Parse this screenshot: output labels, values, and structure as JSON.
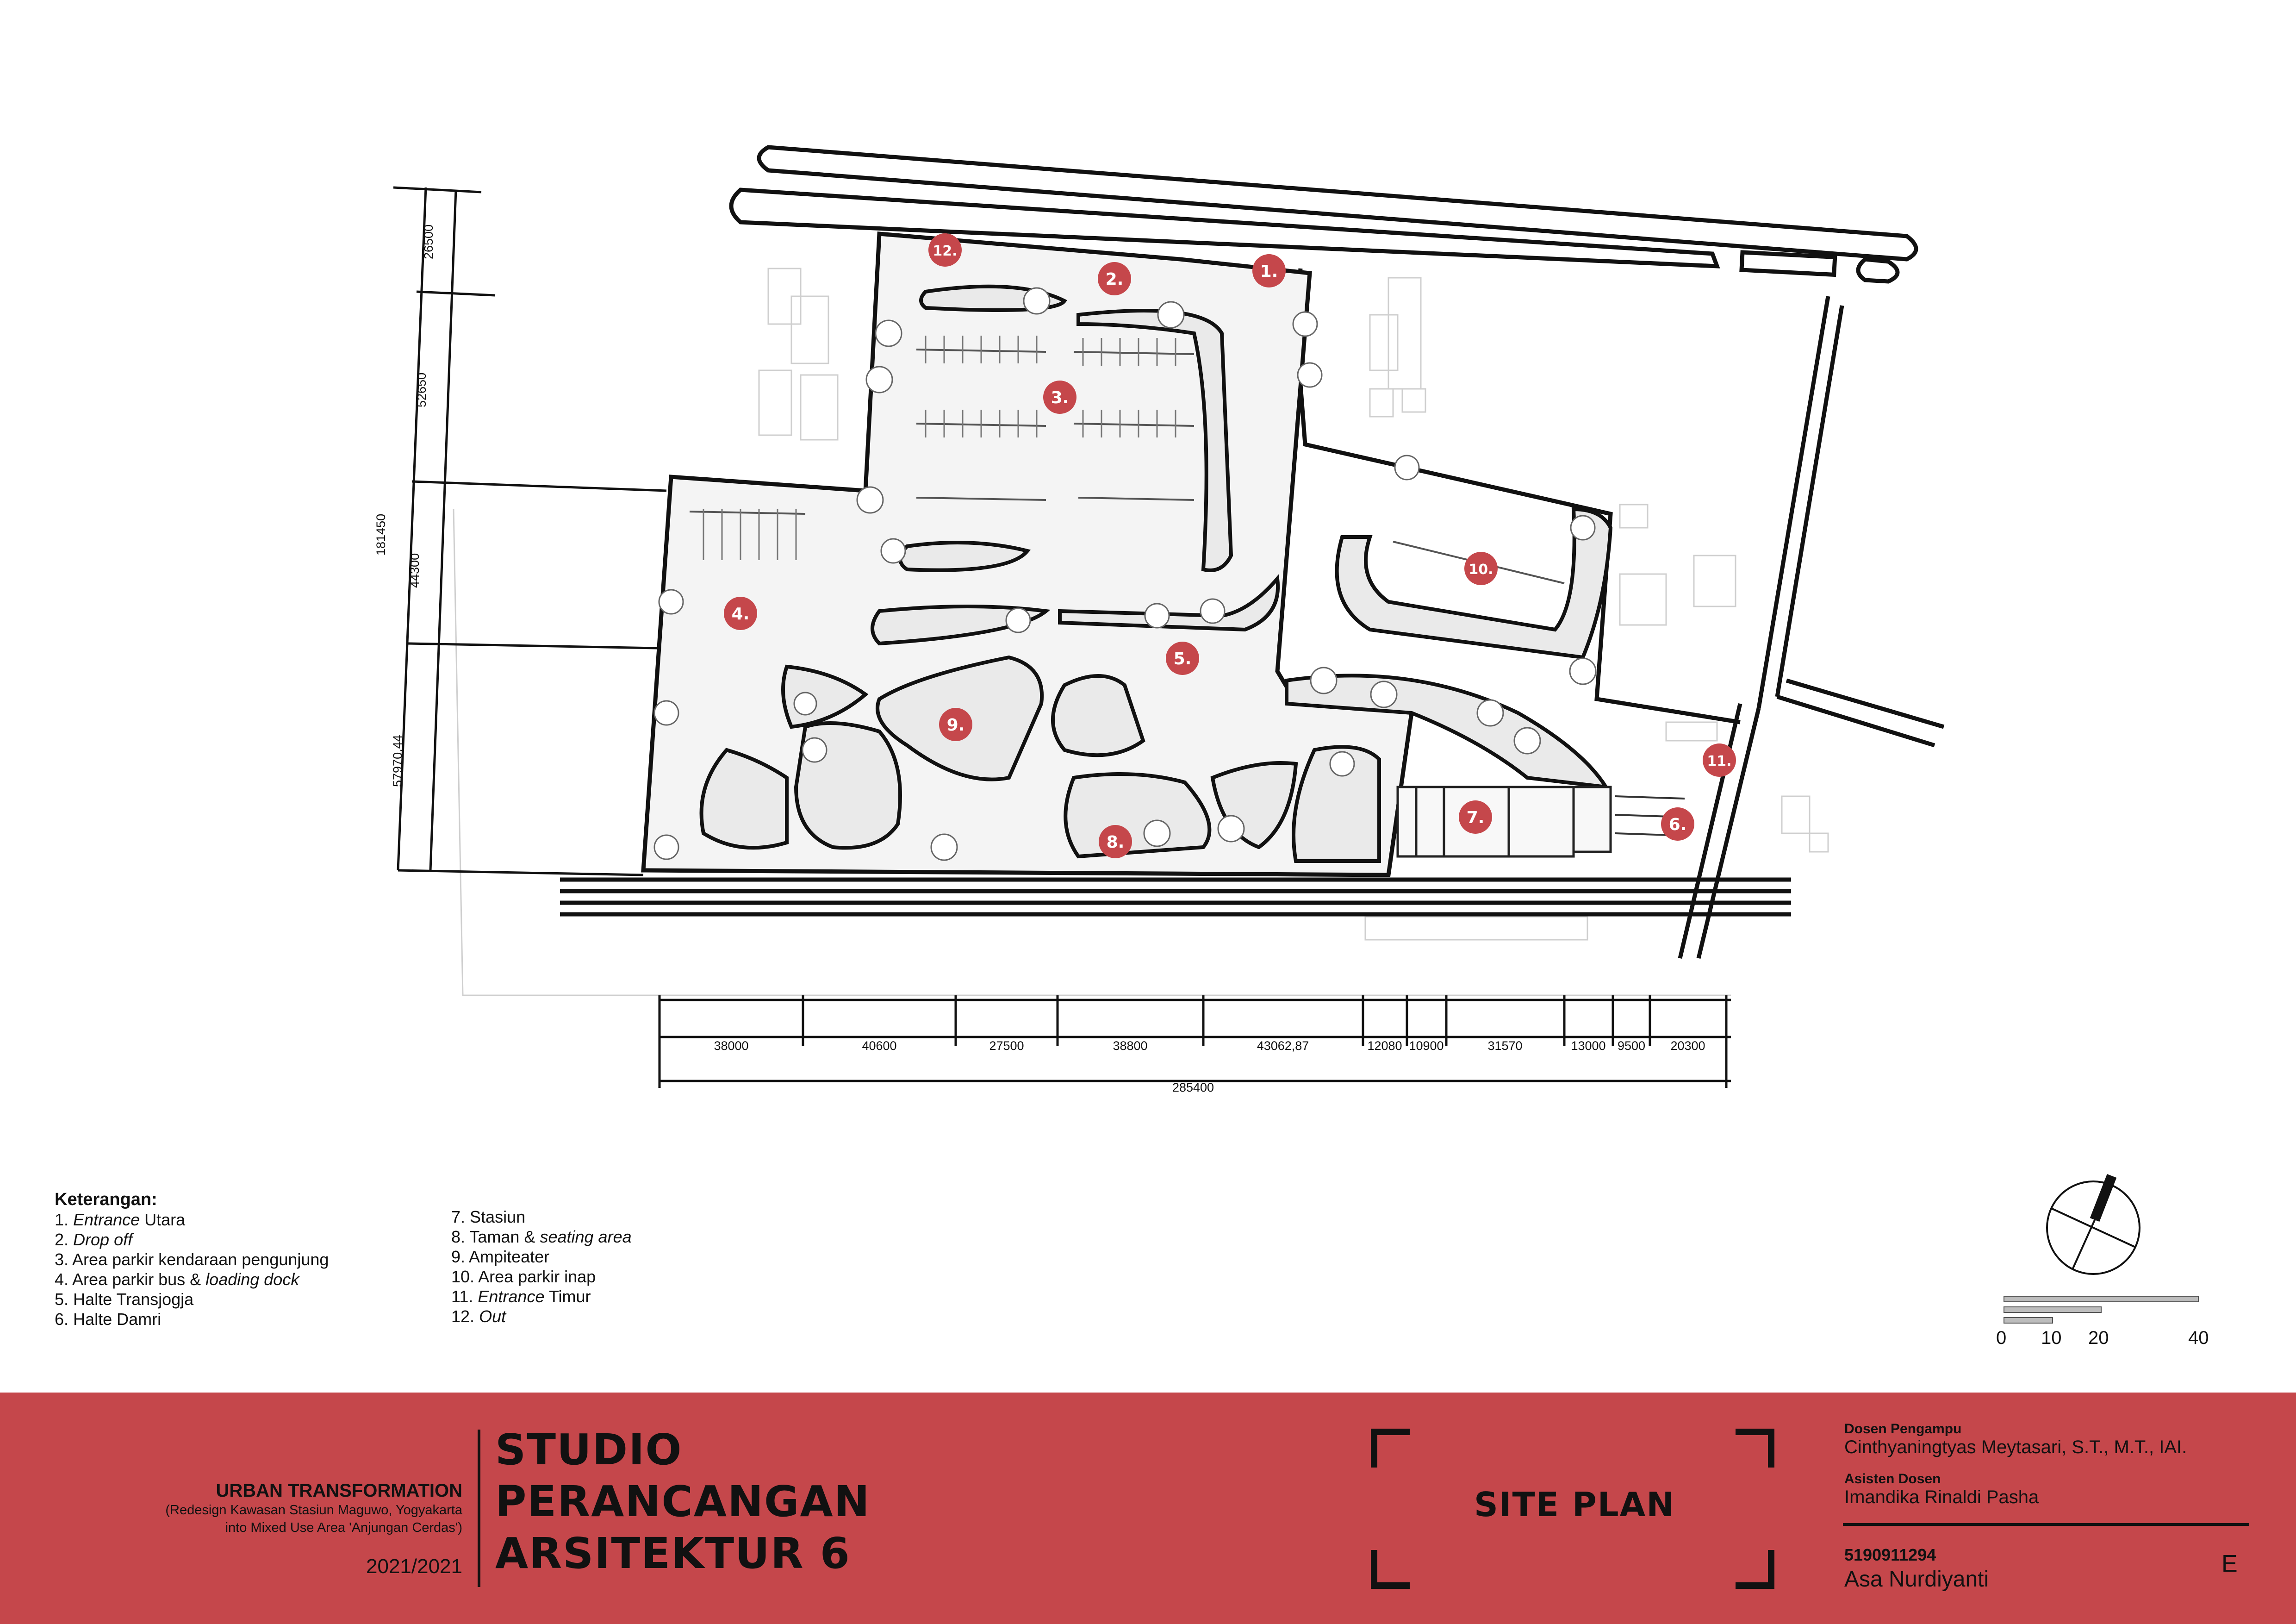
{
  "plan": {
    "markers": [
      "1.",
      "2.",
      "3.",
      "4.",
      "5.",
      "6.",
      "7.",
      "8.",
      "9.",
      "10.",
      "11.",
      "12."
    ],
    "dim_left": [
      "26500",
      "52650",
      "181450",
      "44300",
      "57970,44"
    ],
    "dim_bottom": [
      "38000",
      "40600",
      "27500",
      "38800",
      "43062,87",
      "12080",
      "10900",
      "31570",
      "13000",
      "9500",
      "20300"
    ],
    "dim_bottom_total": "285400",
    "marker_color": "#c5474b"
  },
  "legend": {
    "title": "Keterangan:",
    "left": [
      {
        "n": "1.",
        "it": "Entrance",
        "txt": " Utara"
      },
      {
        "n": "2.",
        "it": "Drop off",
        "txt": ""
      },
      {
        "n": "3.",
        "it": "",
        "txt": "Area parkir kendaraan pengunjung"
      },
      {
        "n": "4.",
        "it": "",
        "txt": "Area parkir bus & ",
        "it2": "loading dock"
      },
      {
        "n": "5.",
        "it": "",
        "txt": "Halte Transjogja"
      },
      {
        "n": "6.",
        "it": "",
        "txt": "Halte Damri"
      }
    ],
    "right": [
      {
        "n": "7.",
        "it": "",
        "txt": "Stasiun"
      },
      {
        "n": "8.",
        "it": "",
        "txt": "Taman & ",
        "it2": "seating area"
      },
      {
        "n": "9.",
        "it": "",
        "txt": "Ampiteater"
      },
      {
        "n": "10.",
        "it": "",
        "txt": "Area parkir inap"
      },
      {
        "n": "11.",
        "it": "Entrance",
        "txt": " Timur"
      },
      {
        "n": "12.",
        "it": "Out",
        "txt": ""
      }
    ]
  },
  "scale": {
    "labels": [
      "0",
      "10",
      "20",
      "40"
    ]
  },
  "footer": {
    "bg_color": "#c5474b",
    "project_title": "URBAN TRANSFORMATION",
    "project_sub1": "(Redesign Kawasan Stasiun Maguwo, Yogyakarta",
    "project_sub2": "into Mixed Use Area 'Anjungan Cerdas')",
    "year": "2021/2021",
    "studio_line1": "STUDIO",
    "studio_line2": "PERANCANGAN",
    "studio_line3": "ARSITEKTUR 6",
    "sheet_title": "SITE PLAN",
    "lecturer_label": "Dosen Pengampu",
    "lecturer_name": "Cinthyaningtyas Meytasari, S.T., M.T., IAI.",
    "assistant_label": "Asisten Dosen",
    "assistant_name": "Imandika Rinaldi Pasha",
    "student_id": "5190911294",
    "student_name": "Asa Nurdiyanti",
    "sheet_code": "E"
  }
}
